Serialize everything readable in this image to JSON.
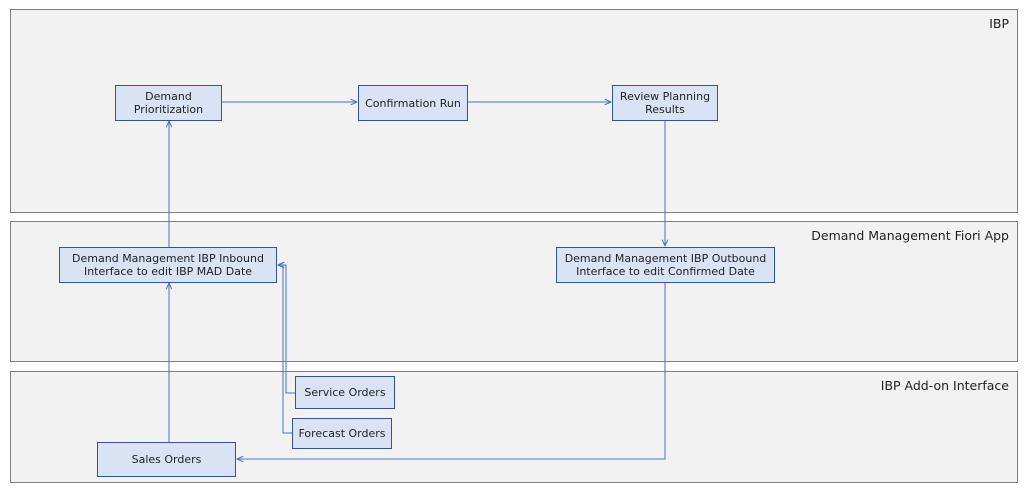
{
  "lanes": {
    "ibp": {
      "title": "IBP"
    },
    "fiori": {
      "title": "Demand Management Fiori App"
    },
    "addon": {
      "title": "IBP Add-on Interface"
    }
  },
  "nodes": {
    "demand_prioritization": "Demand Prioritization",
    "confirmation_run": "Confirmation Run",
    "review_planning_results": "Review Planning Results",
    "inbound_interface": "Demand Management IBP Inbound Interface to edit IBP MAD Date",
    "outbound_interface": "Demand Management IBP Outbound Interface to edit Confirmed Date",
    "service_orders": "Service Orders",
    "forecast_orders": "Forecast Orders",
    "sales_orders": "Sales Orders"
  },
  "colors": {
    "lane_fill": "#f2f2f2",
    "lane_border": "#7f7f7f",
    "node_fill": "#dae3f3",
    "node_border": "#2f5597",
    "edge": "#4472c4"
  }
}
